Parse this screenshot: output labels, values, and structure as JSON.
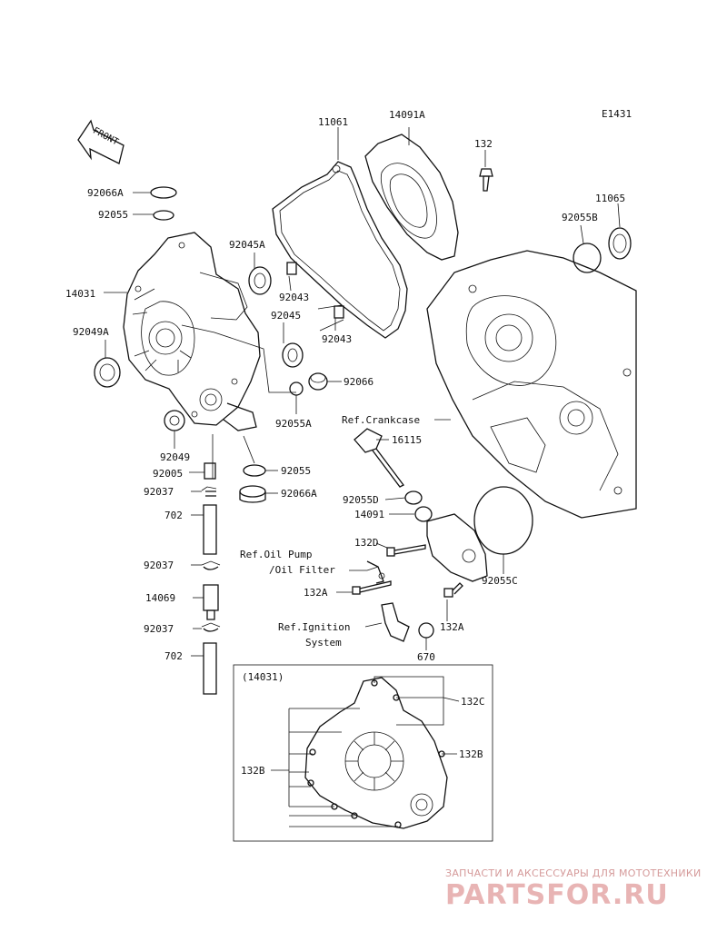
{
  "diagram_code": "E1431",
  "front_label": "FRONT",
  "inset_label": "(14031)",
  "refs": {
    "crankcase": "Ref.Crankcase",
    "oil_pump_1": "Ref.Oil Pump",
    "oil_pump_2": "/Oil Filter",
    "ignition_1": "Ref.Ignition",
    "ignition_2": "System"
  },
  "parts": {
    "p11061": "11061",
    "p14091A": "14091A",
    "p132": "132",
    "p11065": "11065",
    "p92055B": "92055B",
    "p92066A_top": "92066A",
    "p92055_top": "92055",
    "p92045A": "92045A",
    "p14031": "14031",
    "p92043_a": "92043",
    "p92045": "92045",
    "p92043_b": "92043",
    "p92049A": "92049A",
    "p92066": "92066",
    "p92055A": "92055A",
    "p16115": "16115",
    "p92049": "92049",
    "p92005": "92005",
    "p92055_low": "92055",
    "p92037_a": "92037",
    "p92066A_low": "92066A",
    "p92055D": "92055D",
    "p702_a": "702",
    "p14091": "14091",
    "p132D": "132D",
    "p92037_b": "92037",
    "p92055C": "92055C",
    "p132A_a": "132A",
    "p14069": "14069",
    "p92037_c": "92037",
    "p132A_b": "132A",
    "p670": "670",
    "p702_b": "702",
    "p132C": "132C",
    "p132B_r": "132B",
    "p132B_l": "132B"
  },
  "watermark": {
    "tagline": "ЗАПЧАСТИ И АКСЕССУАРЫ ДЛЯ МОТОТЕХНИКИ",
    "logo": "PARTSFOR.RU"
  }
}
